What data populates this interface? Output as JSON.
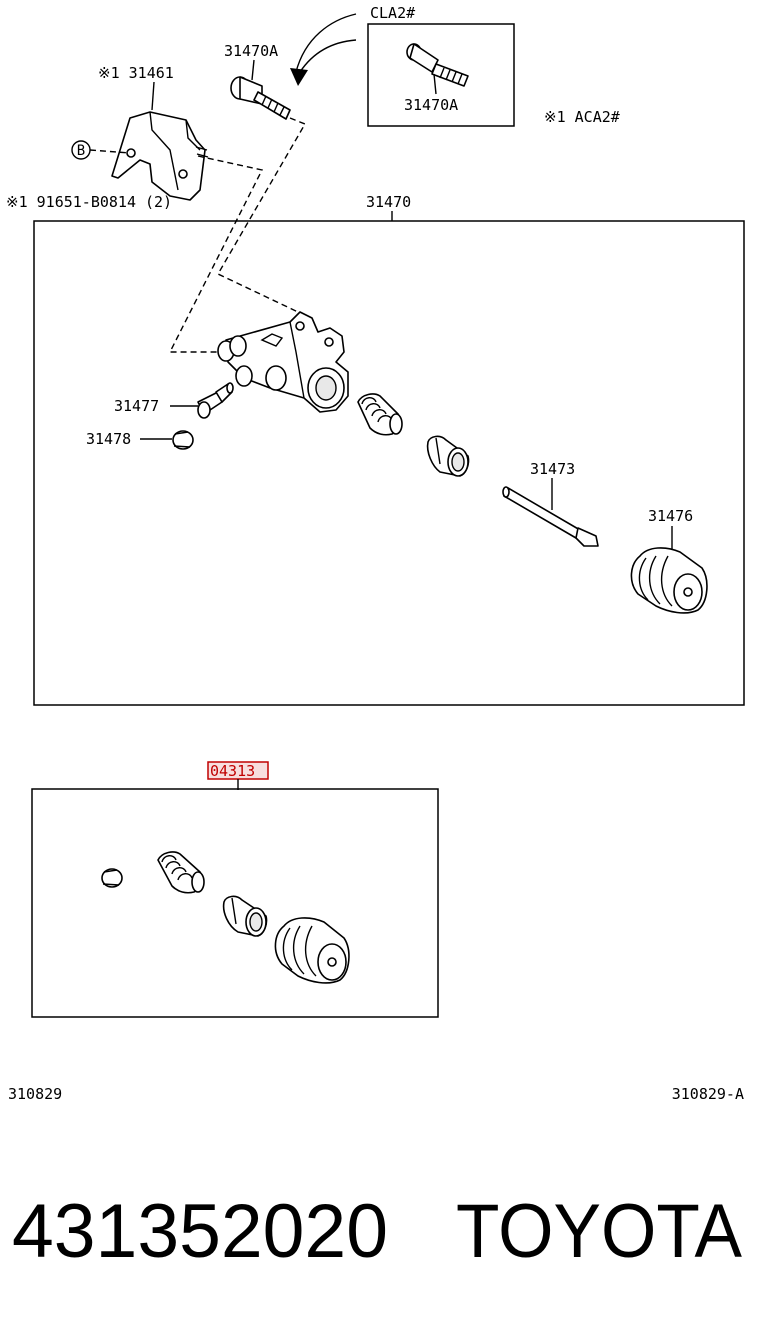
{
  "labels": {
    "cla2": "CLA2#",
    "bolt_a_top": "31470A",
    "bolt_a_box": "31470A",
    "aca2": "※1 ACA2#",
    "bracket": "※1 31461",
    "circle_b": "B",
    "bolt_spec": "※1 91651-B0814 (2)",
    "assembly": "31470",
    "bleeder": "31477",
    "cap": "31478",
    "pushrod": "31473",
    "boot": "31476",
    "kit": "04313",
    "code_left": "310829",
    "code_right": "310829-A"
  },
  "footer": {
    "part_number": "431352020",
    "brand": "TOYOTA"
  }
}
